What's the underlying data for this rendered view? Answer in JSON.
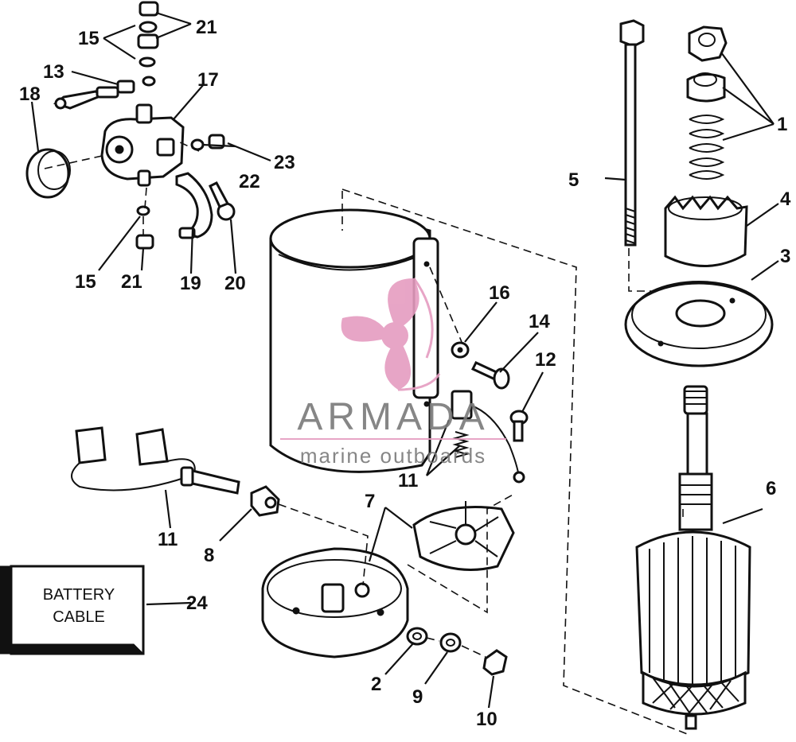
{
  "diagram": {
    "callouts": [
      "1",
      "2",
      "3",
      "4",
      "5",
      "6",
      "7",
      "8",
      "9",
      "10",
      "11",
      "11",
      "12",
      "13",
      "14",
      "15",
      "15",
      "16",
      "17",
      "18",
      "19",
      "20",
      "21",
      "21",
      "22",
      "23",
      "24"
    ]
  },
  "battery_box": {
    "line1": "BATTERY",
    "line2": "CABLE"
  },
  "watermark": {
    "brand": "ARMADA",
    "tagline": "marine outboards",
    "logo_color": "#e59cc0",
    "text_color": "#7a7a7a"
  }
}
